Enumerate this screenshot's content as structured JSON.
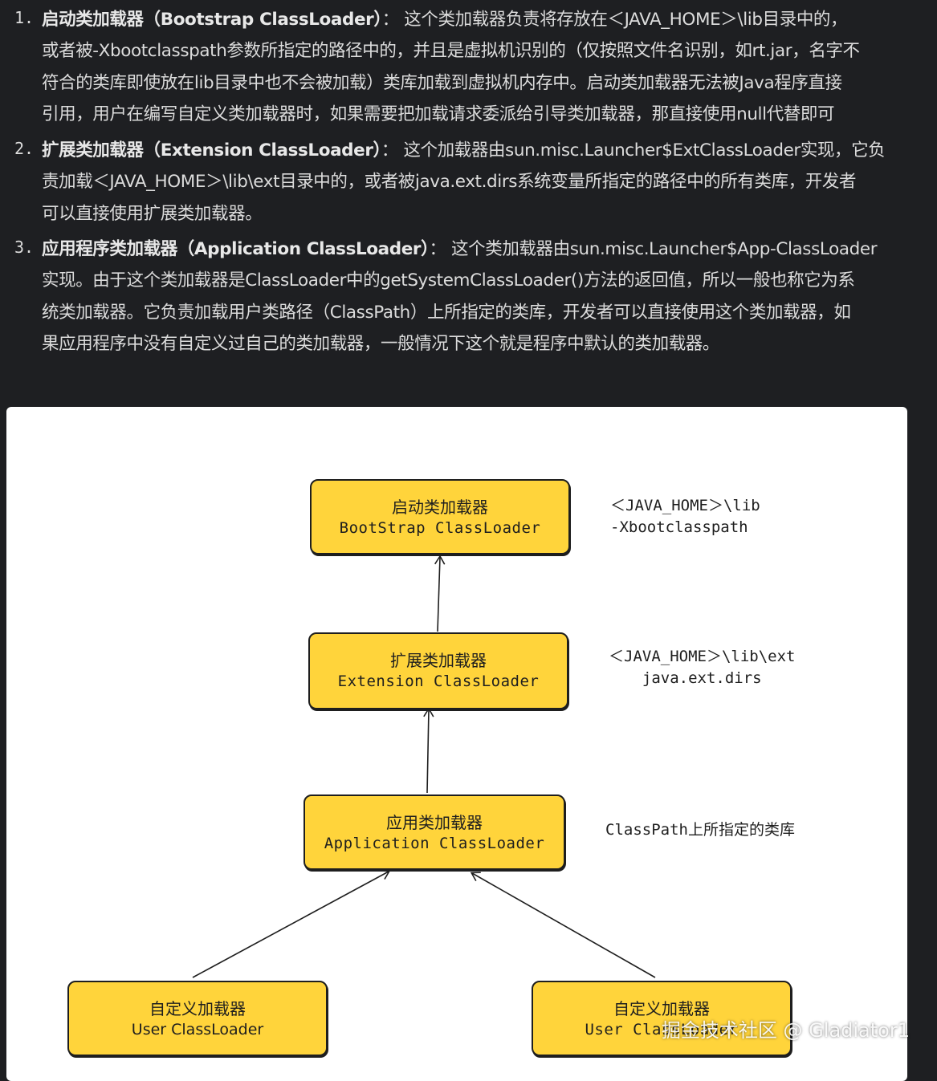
{
  "items": [
    {
      "num": "1.",
      "lines": [
        {
          "bold": "启动类加载器（Bootstrap ClassLoader）",
          "text": "：  这个类加载器负责将存放在＜JAVA_HOME＞\\lib目录中的，"
        },
        {
          "bold": "",
          "text": "或者被-Xbootclasspath参数所指定的路径中的，并且是虚拟机识别的（仅按照文件名识别，如rt.jar，名字不"
        },
        {
          "bold": "",
          "text": "符合的类库即使放在lib目录中也不会被加载）类库加载到虚拟机内存中。启动类加载器无法被Java程序直接"
        },
        {
          "bold": "",
          "text": "引用，用户在编写自定义类加载器时，如果需要把加载请求委派给引导类加载器，那直接使用null代替即可"
        }
      ]
    },
    {
      "num": "2.",
      "lines": [
        {
          "bold": "扩展类加载器（Extension ClassLoader）",
          "text": "：  这个加载器由sun.misc.Launcher$ExtClassLoader实现，它负"
        },
        {
          "bold": "",
          "text": "责加载＜JAVA_HOME＞\\lib\\ext目录中的，或者被java.ext.dirs系统变量所指定的路径中的所有类库，开发者"
        },
        {
          "bold": "",
          "text": "可以直接使用扩展类加载器。"
        }
      ]
    },
    {
      "num": "3.",
      "lines": [
        {
          "bold": "应用程序类加载器（Application ClassLoader）",
          "text": "：  这个类加载器由sun.misc.Launcher$App-ClassLoader"
        },
        {
          "bold": "",
          "text": "实现。由于这个类加载器是ClassLoader中的getSystemClassLoader()方法的返回值，所以一般也称它为系"
        },
        {
          "bold": "",
          "text": "统类加载器。它负责加载用户类路径（ClassPath）上所指定的类库，开发者可以直接使用这个类加载器，如"
        },
        {
          "bold": "",
          "text": "果应用程序中没有自定义过自己的类加载器，一般情况下这个就是程序中默认的类加载器。"
        }
      ]
    }
  ],
  "diagram": {
    "bootstrap": {
      "cn": "启动类加载器",
      "en": "BootStrap ClassLoader",
      "note1": "＜JAVA_HOME＞\\lib",
      "note2": "-Xbootclasspath"
    },
    "extension": {
      "cn": "扩展类加载器",
      "en": "Extension ClassLoader",
      "note1": "＜JAVA_HOME＞\\lib\\ext",
      "note2": "java.ext.dirs"
    },
    "application": {
      "cn": "应用类加载器",
      "en": "Application ClassLoader",
      "note1": "ClassPath上所指定的类库"
    },
    "user_left": {
      "cn": "自定义加载器",
      "en": "User ClassLoader"
    },
    "user_right": {
      "cn": "自定义加载器",
      "en": "User ClassLoader"
    },
    "node_fill": "#ffd43b"
  },
  "watermark": "掘金技术社区 @ Gladiator1"
}
